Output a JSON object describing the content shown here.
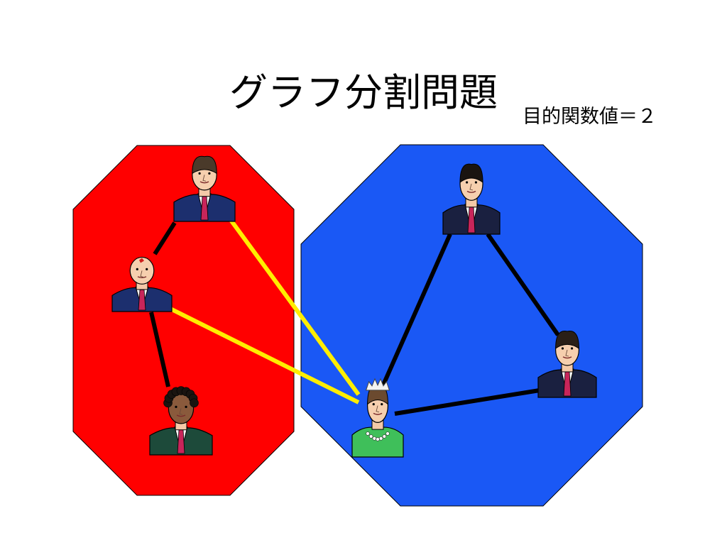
{
  "title": "グラフ分割問題",
  "objective_label": "目的関数値＝２",
  "colors": {
    "partition_left": "#ff0000",
    "partition_right": "#1a58f5",
    "edge": "#000000",
    "cut_edge": "#ffee00",
    "background": "#ffffff"
  },
  "partitions": [
    {
      "id": "left",
      "color": "#ff0000",
      "nodes": [
        "man-top-left",
        "man-middle-left",
        "man-bottom-left"
      ]
    },
    {
      "id": "right",
      "color": "#1a58f5",
      "nodes": [
        "man-top-right",
        "man-right",
        "queen"
      ]
    }
  ],
  "nodes": [
    {
      "id": "man-top-left",
      "icon": "man-portrait-icon",
      "hair": "#4a3a2a",
      "shirt": "#1c2f6e"
    },
    {
      "id": "man-middle-left",
      "icon": "bald-man-portrait-icon",
      "hair": "#f3d7c2",
      "shirt": "#1c2f6e"
    },
    {
      "id": "man-bottom-left",
      "icon": "curly-hair-man-portrait-icon",
      "hair": "#1a1410",
      "shirt": "#1d4a3a"
    },
    {
      "id": "man-top-right",
      "icon": "man-portrait-icon",
      "hair": "#1a1410",
      "shirt": "#1a2040"
    },
    {
      "id": "man-right",
      "icon": "man-portrait-icon",
      "hair": "#2a1f17",
      "shirt": "#1a2040"
    },
    {
      "id": "queen",
      "icon": "queen-with-crown-portrait-icon",
      "hair": "#6b4a2f",
      "shirt": "#3fbf5a"
    }
  ],
  "edges": [
    {
      "from": "man-top-left",
      "to": "man-middle-left",
      "cut": false
    },
    {
      "from": "man-middle-left",
      "to": "man-bottom-left",
      "cut": false
    },
    {
      "from": "man-top-left",
      "to": "queen",
      "cut": true
    },
    {
      "from": "man-middle-left",
      "to": "queen",
      "cut": true
    },
    {
      "from": "man-top-right",
      "to": "man-right",
      "cut": false
    },
    {
      "from": "man-top-right",
      "to": "queen",
      "cut": false
    },
    {
      "from": "queen",
      "to": "man-right",
      "cut": false
    }
  ]
}
